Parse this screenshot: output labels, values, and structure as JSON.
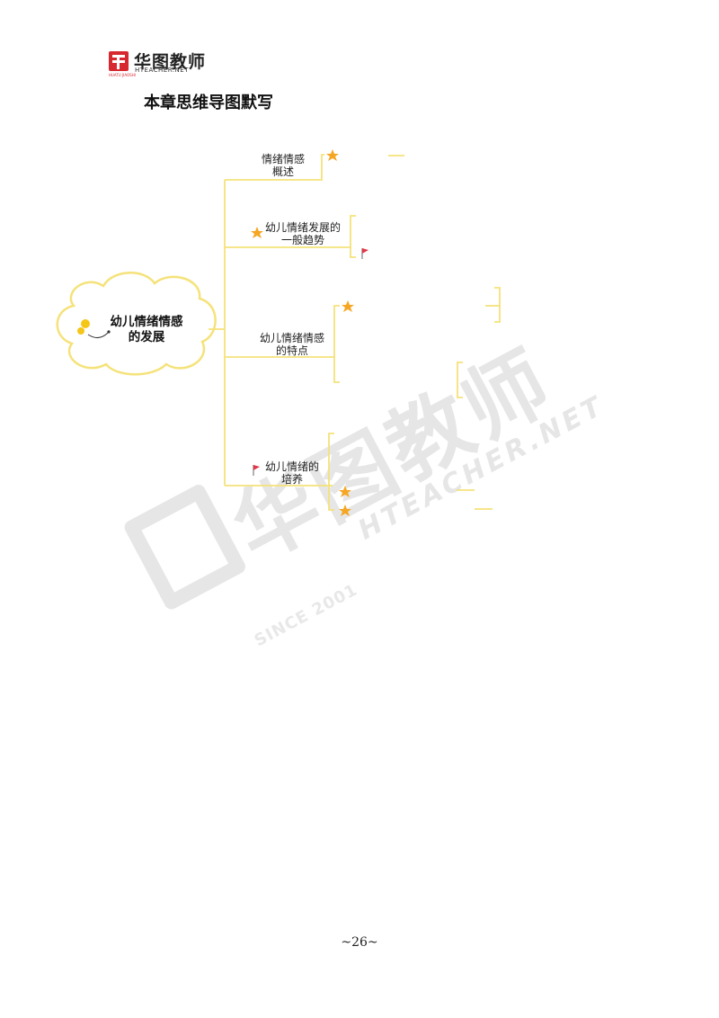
{
  "header": {
    "logo_name": "华图教师",
    "logo_sub": "HTEACHER.NET",
    "logo_tiny": "HUATU JIAOSHI",
    "page_title": "本章思维导图默写"
  },
  "watermark": {
    "cn": "华图教师",
    "en": "HTEACHER.NET",
    "since": "SINCE 2001"
  },
  "mindmap": {
    "root": {
      "line1": "幼儿情绪情感",
      "line2": "的发展"
    },
    "branches": [
      {
        "line1": "情绪情感",
        "line2": "概述"
      },
      {
        "line1": "幼儿情绪发展的",
        "line2": "一般趋势"
      },
      {
        "line1": "幼儿情绪情感",
        "line2": "的特点"
      },
      {
        "line1": "幼儿情绪的",
        "line2": "培养"
      }
    ],
    "colors": {
      "connector": "#f5e27a",
      "star": "#f5a623",
      "flag": "#e0384a"
    }
  },
  "footer": {
    "page_number": "~26~"
  }
}
